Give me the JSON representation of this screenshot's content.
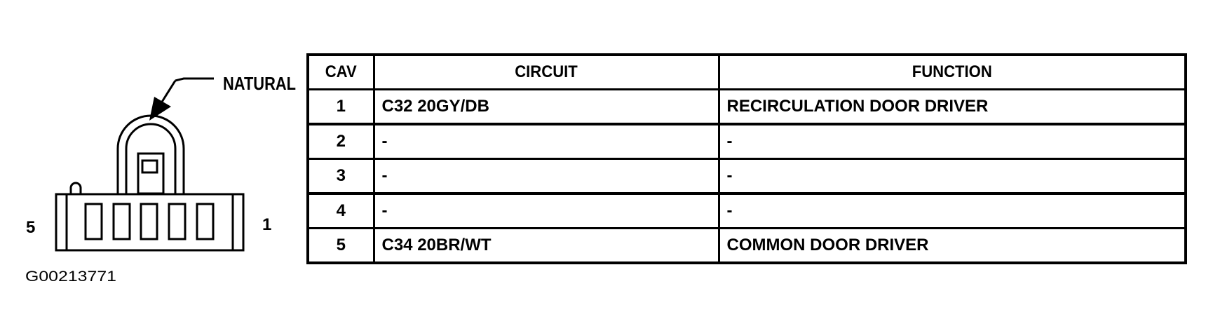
{
  "connector": {
    "color_label": "NATURAL",
    "pin_left_label": "5",
    "pin_right_label": "1",
    "figure_id": "G00213771"
  },
  "table": {
    "headers": [
      "CAV",
      "CIRCUIT",
      "FUNCTION"
    ],
    "rows": [
      {
        "cav": "1",
        "circuit": "C32 20GY/DB",
        "function": "RECIRCULATION DOOR DRIVER"
      },
      {
        "cav": "2",
        "circuit": "-",
        "function": "-"
      },
      {
        "cav": "3",
        "circuit": "-",
        "function": "-"
      },
      {
        "cav": "4",
        "circuit": "-",
        "function": "-"
      },
      {
        "cav": "5",
        "circuit": "C34 20BR/WT",
        "function": "COMMON DOOR DRIVER"
      }
    ]
  }
}
